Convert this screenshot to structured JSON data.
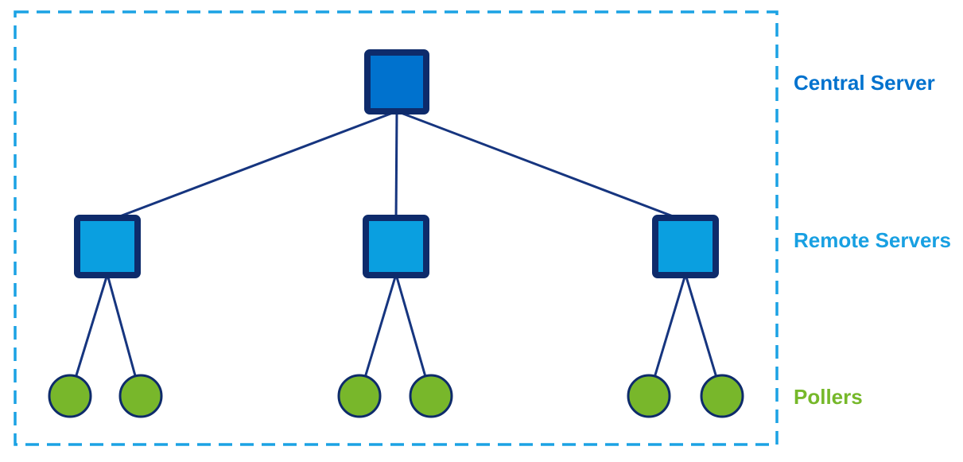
{
  "diagram": {
    "labels": {
      "central": "Central Server",
      "remote": "Remote Servers",
      "pollers": "Pollers"
    },
    "structure": {
      "type": "tree",
      "levels": [
        {
          "name": "Central Server",
          "shape": "square",
          "count": 1
        },
        {
          "name": "Remote Servers",
          "shape": "square",
          "count": 3,
          "parent": "Central Server"
        },
        {
          "name": "Pollers",
          "shape": "circle",
          "count": 6,
          "per_remote_server": 2
        }
      ]
    }
  },
  "colors": {
    "central_blue": "#0072CE",
    "remote_blue": "#0A9FE0",
    "poller_green": "#78B72B",
    "border_navy": "#0E2B6B",
    "line_navy": "#16357F",
    "dash_blue": "#1BA2E4",
    "central_label": "#0072CE",
    "remote_label": "#18A0E2",
    "poller_label": "#76B82A"
  }
}
